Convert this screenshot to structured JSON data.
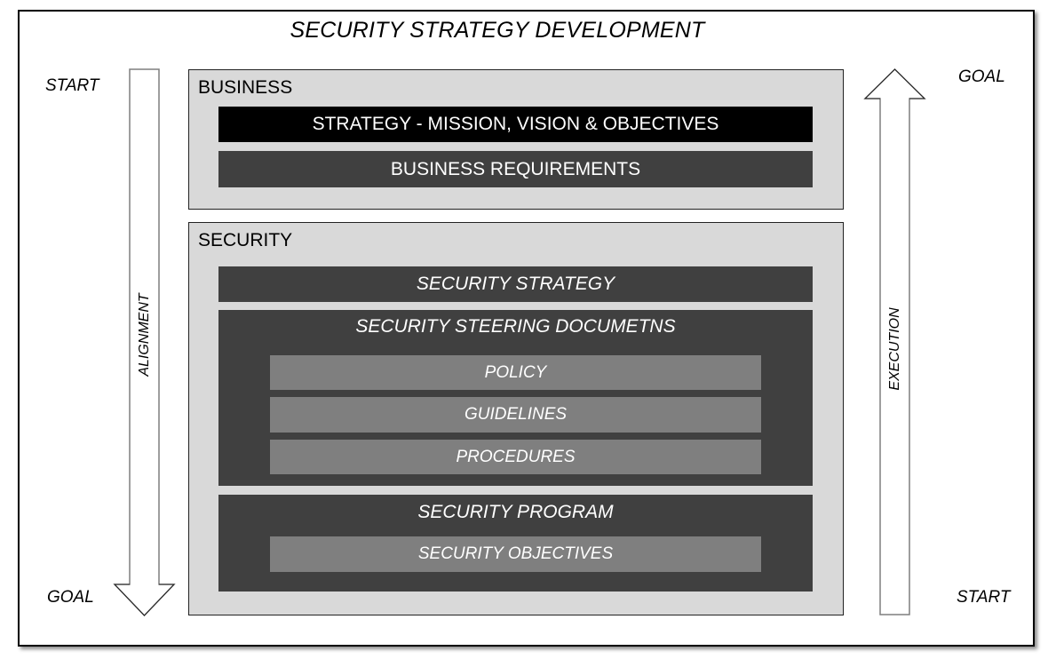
{
  "diagram": {
    "title": "SECURITY STRATEGY DEVELOPMENT",
    "left_flow": {
      "start_label": "START",
      "goal_label": "GOAL",
      "arrow_label": "ALIGNMENT",
      "direction": "down"
    },
    "right_flow": {
      "start_label": "START",
      "goal_label": "GOAL",
      "arrow_label": "EXECUTION",
      "direction": "up"
    },
    "business": {
      "label": "BUSINESS",
      "items": [
        "STRATEGY - MISSION, VISION & OBJECTIVES",
        "BUSINESS REQUIREMENTS"
      ]
    },
    "security": {
      "label": "SECURITY",
      "strategy": "SECURITY STRATEGY",
      "steering": {
        "title": "SECURITY STEERING DOCUMETNS",
        "items": [
          "POLICY",
          "GUIDELINES",
          "PROCEDURES"
        ]
      },
      "program": {
        "title": "SECURITY PROGRAM",
        "items": [
          "SECURITY OBJECTIVES"
        ]
      }
    },
    "colors": {
      "section_bg": "#d9d9d9",
      "strategy_bar": "#000000",
      "dark_bar": "#404040",
      "sub_bar": "#7f7f7f",
      "text_light": "#ffffff"
    }
  }
}
